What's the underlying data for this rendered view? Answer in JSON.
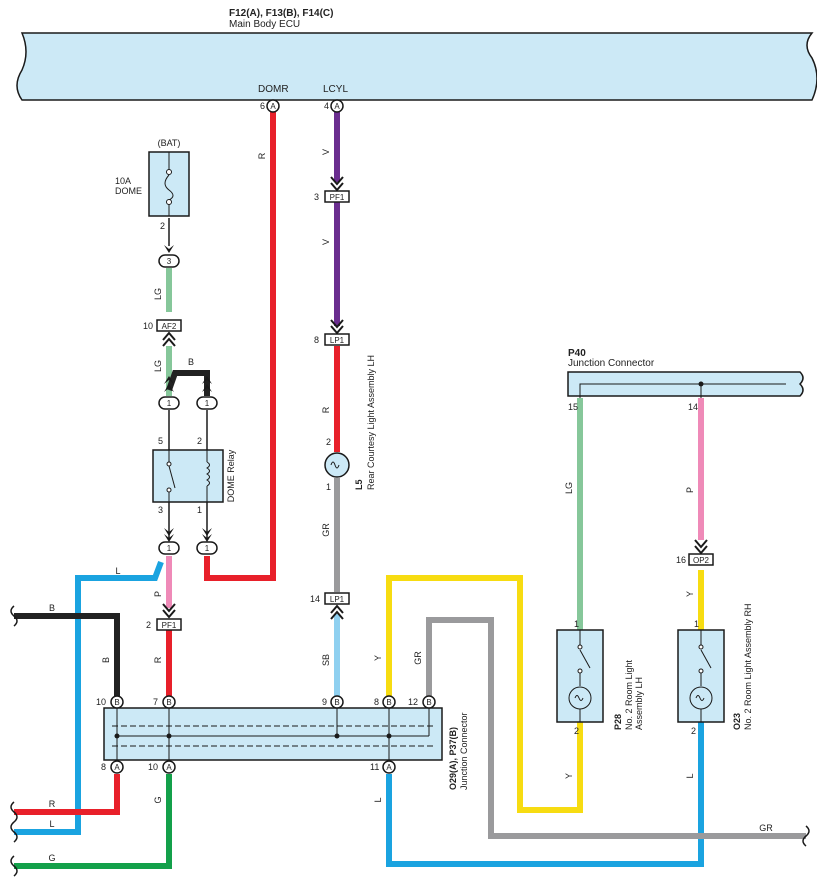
{
  "ecu": {
    "title": "F12(A), F13(B), F14(C)",
    "subtitle": "Main Body ECU",
    "pins": [
      {
        "name": "DOMR",
        "pin": "6",
        "conn": "A"
      },
      {
        "name": "LCYL",
        "pin": "4",
        "conn": "A"
      }
    ]
  },
  "bat": {
    "label": "(BAT)",
    "fuse_rating": "10A",
    "fuse_name": "DOME",
    "pin": "2"
  },
  "relay": {
    "name": "DOME Relay",
    "pins": [
      "5",
      "2",
      "3",
      "1"
    ]
  },
  "lamp_l5": {
    "ref": "L5",
    "name": "Rear Courtesy Light Assembly LH",
    "pins": [
      "2",
      "1"
    ]
  },
  "junction_p40": {
    "ref": "P40",
    "name": "Junction Connector",
    "pins": [
      "15",
      "14"
    ]
  },
  "junction_o29": {
    "ref": "O29(A), P37(B)",
    "name": "Junction Connector",
    "top_pins": [
      {
        "pin": "10",
        "conn": "B"
      },
      {
        "pin": "7",
        "conn": "B"
      },
      {
        "pin": "9",
        "conn": "B"
      },
      {
        "pin": "8",
        "conn": "B"
      },
      {
        "pin": "12",
        "conn": "B"
      }
    ],
    "bottom_pins": [
      {
        "pin": "8",
        "conn": "A"
      },
      {
        "pin": "10",
        "conn": "A"
      },
      {
        "pin": "11",
        "conn": "A"
      }
    ]
  },
  "p28": {
    "ref": "P28",
    "name_line1": "No. 2 Room Light",
    "name_line2": "Assembly LH",
    "pins": [
      "1",
      "2"
    ]
  },
  "o23": {
    "ref": "O23",
    "name": "No. 2 Room Light Assembly RH",
    "pins": [
      "1",
      "2"
    ]
  },
  "connectors": {
    "c3": {
      "pin": "",
      "label": "3"
    },
    "af2": {
      "pin": "10",
      "label": "AF2"
    },
    "pf1_top": {
      "pin": "3",
      "label": "PF1"
    },
    "lp1_top": {
      "pin": "8",
      "label": "LP1"
    },
    "lp1_bottom": {
      "pin": "14",
      "label": "LP1"
    },
    "pf1_bottom": {
      "pin": "2",
      "label": "PF1"
    },
    "op2": {
      "pin": "16",
      "label": "OP2"
    },
    "c1a": "1",
    "c1b": "1",
    "c1c": "1",
    "c1d": "1"
  },
  "wire_labels": {
    "r_domr": "R",
    "v_top": "V",
    "v_mid": "V",
    "r_lamp": "R",
    "gr_lamp": "GR",
    "sb": "SB",
    "lg_top": "LG",
    "lg_mid": "LG",
    "b_jumper": "B",
    "l_relay": "L",
    "p_relay": "P",
    "r_relay": "R",
    "b_left": "B",
    "b_vert": "B",
    "y_junction": "Y",
    "gr_junction": "GR",
    "lg_p40": "LG",
    "p_p40": "P",
    "y_o23": "Y",
    "y_p28": "Y",
    "l_o23": "L",
    "l_junction": "L",
    "g_junction": "G",
    "r_bottom": "R",
    "l_bottom": "L",
    "g_bottom": "G",
    "gr_right": "GR"
  },
  "colors": {
    "red": "#e8202a",
    "violet": "#6a2d8f",
    "gray": "#9a9a9c",
    "light_green": "#86c79a",
    "pink": "#ef8ab8",
    "black": "#222222",
    "blue": "#1aa3e0",
    "light_blue": "#8fd0f0",
    "yellow": "#f7dc11",
    "green": "#13a04a",
    "component_fill": "#cce9f6"
  }
}
